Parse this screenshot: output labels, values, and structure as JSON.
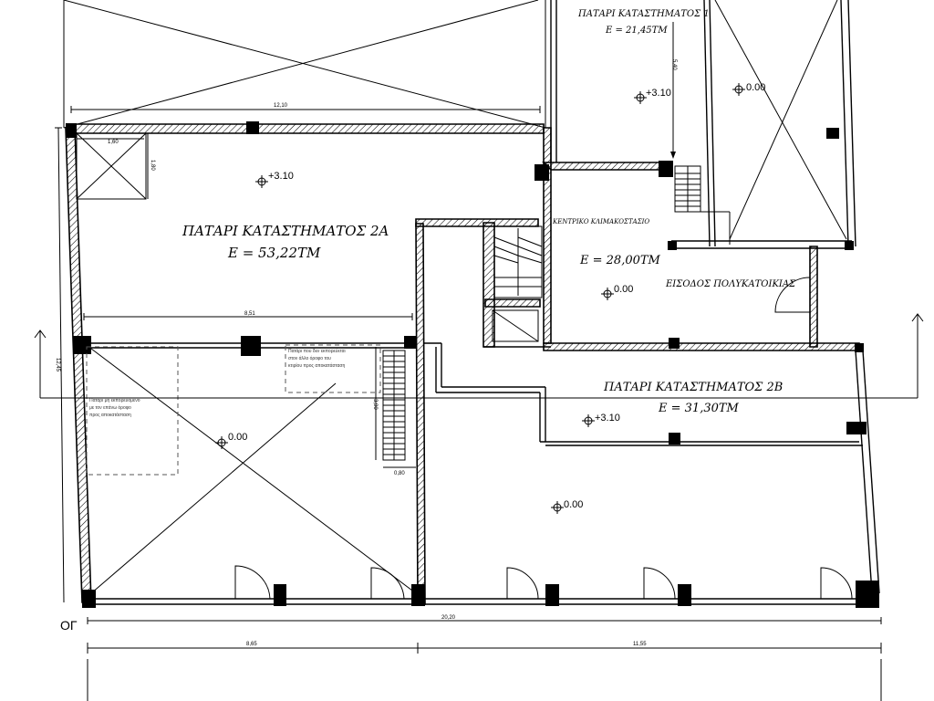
{
  "rooms": {
    "mezz_1": {
      "title": "ΠΑΤΑΡΙ ΚΑΤΑΣΤΗΜΑΤΟΣ 1",
      "area": "E = 21,45TM"
    },
    "mezz_2a": {
      "title": "ΠΑΤΑΡΙ ΚΑΤΑΣΤΗΜΑΤΟΣ 2Α",
      "area": "E = 53,22TM"
    },
    "mezz_2b": {
      "title": "ΠΑΤΑΡΙ ΚΑΤΑΣΤΗΜΑΤΟΣ 2Β",
      "area": "E = 31,30TM"
    },
    "stairwell": {
      "title": "ΚΕΝΤΡΙΚΟ ΚΛΙΜΑΚΟΣΤΑΣΙΟ",
      "area": "E = 28,00TM"
    },
    "entrance": {
      "title": "ΕΙΣΟΔΟΣ ΠΟΛΥΚΑΤΟΙΚΙΑΣ"
    }
  },
  "elevations": {
    "e_310_2a": "+3.10",
    "e_310_1": "+3.10",
    "e_000_right_top": "0.00",
    "e_000_stair": "0.00",
    "e_310_2b": "+3.10",
    "e_000_2a_lower": "0.00",
    "e_000_2b_lower": "0.00"
  },
  "dimensions": {
    "d_1210": "12,10",
    "d_160": "1,60",
    "d_180": "1,80",
    "d_540": "5,40",
    "d_851": "8,51",
    "d_1245": "12,45",
    "d_390": "3,90",
    "d_080": "0,80",
    "d_2020": "20,20",
    "d_865": "8,65",
    "d_1155": "11,55"
  },
  "labels": {
    "og": "ΟΓ"
  },
  "colors": {
    "ink": "#000000",
    "paper": "#ffffff",
    "hatch": "#000000"
  }
}
